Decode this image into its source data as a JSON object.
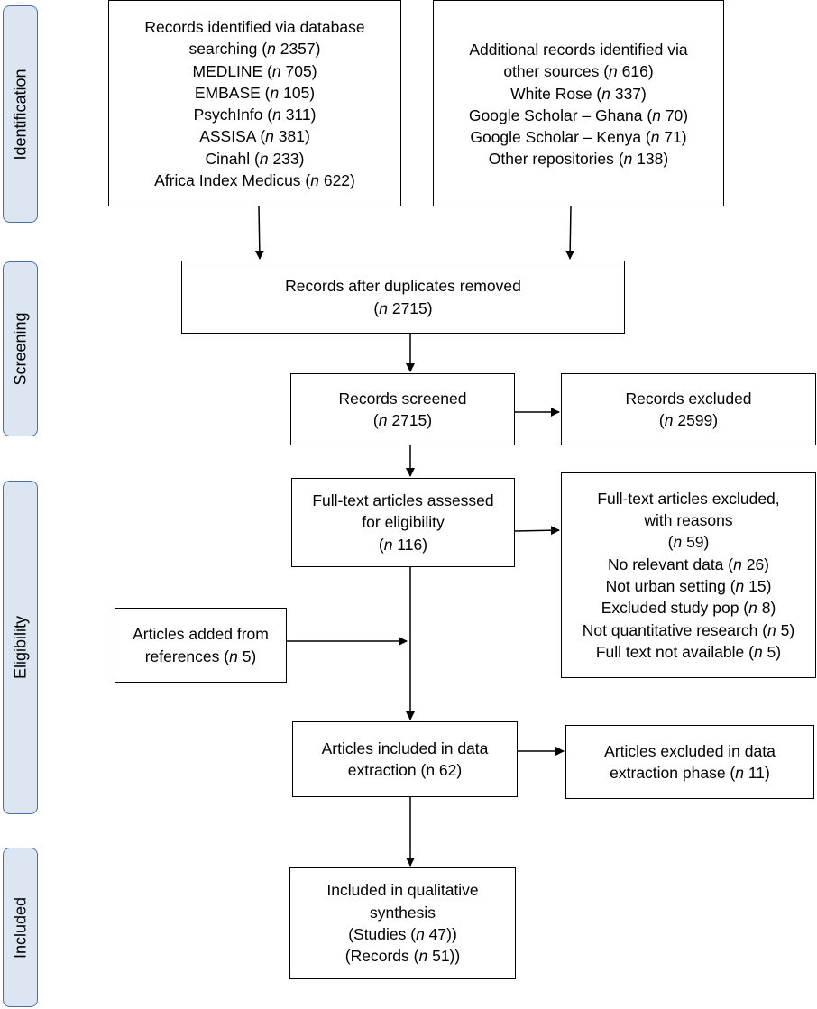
{
  "phases": {
    "identification": "Identification",
    "screening": "Screening",
    "eligibility": "Eligibility",
    "included": "Included"
  },
  "boxes": {
    "database": [
      {
        "pre": "Records identified via database",
        "n": "",
        "post": ""
      },
      {
        "pre": "searching (",
        "n": "n",
        "post": " 2357)"
      },
      {
        "pre": "MEDLINE (",
        "n": "n",
        "post": " 705)"
      },
      {
        "pre": "EMBASE (",
        "n": "n",
        "post": " 105)"
      },
      {
        "pre": "PsychInfo (",
        "n": "n",
        "post": " 311)"
      },
      {
        "pre": "ASSISA (",
        "n": "n",
        "post": " 381)"
      },
      {
        "pre": "Cinahl (",
        "n": "n",
        "post": " 233)"
      },
      {
        "pre": "Africa Index Medicus (",
        "n": "n",
        "post": " 622)"
      }
    ],
    "additional": [
      {
        "pre": "Additional records identified via",
        "n": "",
        "post": ""
      },
      {
        "pre": "other sources (",
        "n": "n",
        "post": " 616)"
      },
      {
        "pre": "White Rose (",
        "n": "n",
        "post": " 337)"
      },
      {
        "pre": "Google Scholar – Ghana (",
        "n": "n",
        "post": " 70)"
      },
      {
        "pre": "Google Scholar – Kenya (",
        "n": "n",
        "post": " 71)"
      },
      {
        "pre": "Other repositories (",
        "n": "n",
        "post": " 138)"
      }
    ],
    "duplicates_removed": [
      {
        "pre": "Records after duplicates removed",
        "n": "",
        "post": ""
      },
      {
        "pre": "(",
        "n": "n",
        "post": " 2715)"
      }
    ],
    "screened": [
      {
        "pre": "Records screened",
        "n": "",
        "post": ""
      },
      {
        "pre": "(",
        "n": "n",
        "post": " 2715)"
      }
    ],
    "excluded": [
      {
        "pre": "Records excluded",
        "n": "",
        "post": ""
      },
      {
        "pre": "(",
        "n": "n",
        "post": " 2599)"
      }
    ],
    "fulltext_assessed": [
      {
        "pre": "Full-text articles assessed",
        "n": "",
        "post": ""
      },
      {
        "pre": "for eligibility",
        "n": "",
        "post": ""
      },
      {
        "pre": "(",
        "n": "n",
        "post": " 116)"
      }
    ],
    "fulltext_excluded": [
      {
        "pre": "Full-text articles excluded,",
        "n": "",
        "post": ""
      },
      {
        "pre": "with reasons",
        "n": "",
        "post": ""
      },
      {
        "pre": "(",
        "n": "n",
        "post": " 59)"
      },
      {
        "pre": "No relevant data (",
        "n": "n",
        "post": " 26)"
      },
      {
        "pre": "Not urban setting (",
        "n": "n",
        "post": " 15)"
      },
      {
        "pre": "Excluded study pop (",
        "n": "n",
        "post": " 8)"
      },
      {
        "pre": "Not quantitative research (",
        "n": "n",
        "post": " 5)"
      },
      {
        "pre": "Full text not available (",
        "n": "n",
        "post": " 5)"
      }
    ],
    "added_references": [
      {
        "pre": "Articles added from",
        "n": "",
        "post": ""
      },
      {
        "pre": "references (",
        "n": "n",
        "post": " 5)"
      }
    ],
    "data_extraction": [
      {
        "pre": "Articles included in data",
        "n": "",
        "post": ""
      },
      {
        "pre": "extraction (n 62)",
        "n": "",
        "post": ""
      }
    ],
    "extraction_excluded": [
      {
        "pre": "Articles excluded in data",
        "n": "",
        "post": ""
      },
      {
        "pre": "extraction phase (",
        "n": "n",
        "post": " 11)"
      }
    ],
    "qualitative": [
      {
        "pre": "Included in qualitative",
        "n": "",
        "post": ""
      },
      {
        "pre": "synthesis",
        "n": "",
        "post": ""
      },
      {
        "pre": "(Studies (",
        "n": "n",
        "post": " 47))"
      },
      {
        "pre": "(Records (",
        "n": "n",
        "post": " 51))"
      }
    ]
  }
}
